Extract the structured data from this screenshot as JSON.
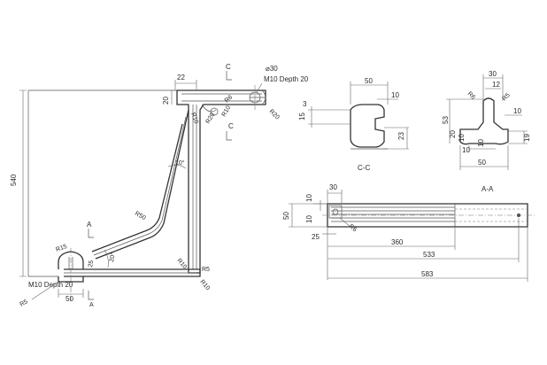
{
  "main_view": {
    "dim_height": "540",
    "dim_top_width": "22",
    "dim_top_height": "20",
    "hole_top_dia": "⌀30",
    "hole_top_thread": "M10 Depth 20",
    "radius_top_1": "R6",
    "radius_top_2": "R10",
    "radius_top_3": "R20",
    "radius_top_4": "R10",
    "radius_top_5": "R20",
    "angle_upper": "10°",
    "radius_mid": "R50",
    "radius_foot": "R15",
    "angle_lower": "20°",
    "dim_small": "25",
    "thread_bottom": "M10 Depth 20",
    "radius_bottom_left": "R5",
    "dim_bottom_width": "50",
    "radius_corner_1": "R10",
    "radius_corner_2": "R5",
    "radius_corner_3": "R10",
    "section_a": "A",
    "section_c": "C"
  },
  "section_cc": {
    "label": "C-C",
    "dim_top": "50",
    "dim_right": "10",
    "dim_left_1": "3",
    "dim_left_2": "15",
    "dim_bottom_right": "23"
  },
  "section_aa": {
    "label": "A-A",
    "dim_top": "30",
    "dim_top_inner": "12",
    "radius_1": "R6",
    "radius_2": "R5",
    "dim_left": "53",
    "dim_right": "10",
    "dim_left_low_1": "20",
    "dim_left_low_2": "10",
    "dim_bottom_1": "10",
    "dim_bottom_2": "10",
    "dim_right_low": "19",
    "dim_bottom": "50"
  },
  "bottom_view": {
    "dim_top_1": "10",
    "dim_top_2": "30",
    "dim_height": "50",
    "dim_left_1": "10",
    "dim_left_2": "25",
    "radius": "R6",
    "dim_360": "360",
    "dim_533": "533",
    "dim_583": "583"
  }
}
